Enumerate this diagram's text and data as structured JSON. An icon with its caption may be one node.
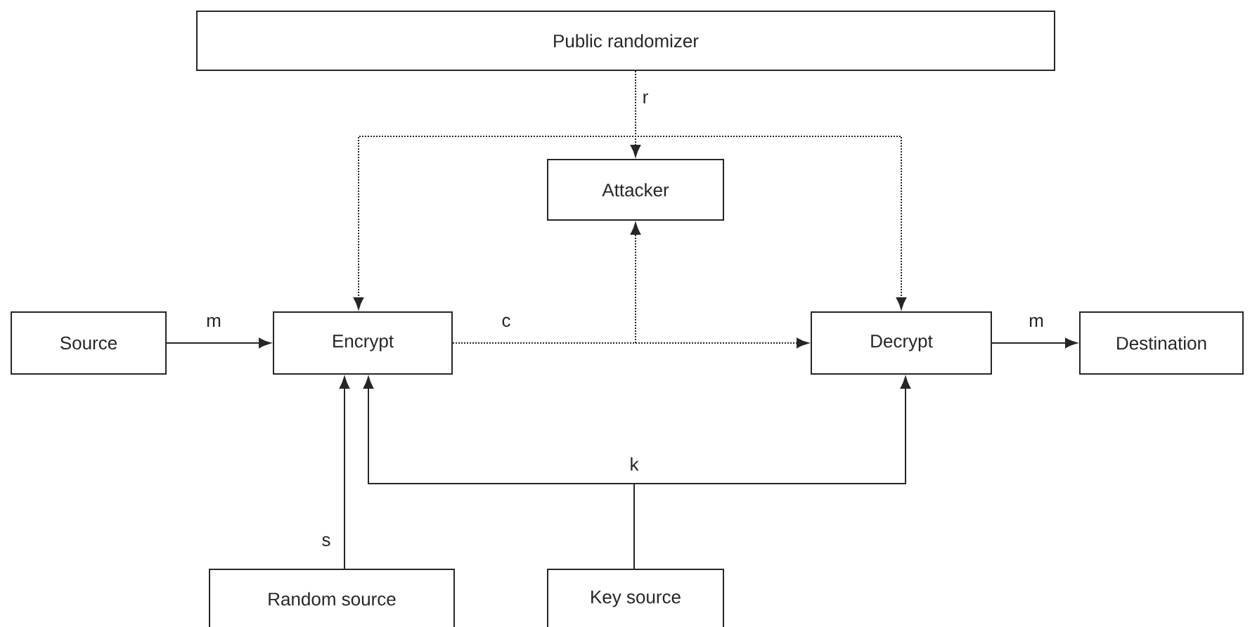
{
  "diagram": {
    "nodes": [
      {
        "text": [
          "Public randomizer"
        ]
      },
      {
        "text": [
          "Attacker"
        ]
      },
      {
        "text": [
          "Source"
        ]
      },
      {
        "text": [
          "Encrypt"
        ]
      },
      {
        "text": [
          "Decrypt"
        ]
      },
      {
        "text": [
          "Destination"
        ]
      },
      {
        "text": [
          "Random source"
        ]
      },
      {
        "text": [
          "Key source"
        ]
      }
    ],
    "edges": [
      {
        "from": 0,
        "to": 1,
        "arrow": "to",
        "style": "dashed",
        "label": "r"
      },
      {
        "from": 0,
        "to": 3,
        "arrow": "to",
        "style": "dashed"
      },
      {
        "from": 0,
        "to": 4,
        "arrow": "to",
        "style": "dashed"
      },
      {
        "from": 2,
        "to": 3,
        "arrow": "to",
        "label": "m"
      },
      {
        "from": 3,
        "to": 4,
        "arrow": "to",
        "style": "dashed",
        "label": "c"
      },
      {
        "from": 3,
        "to": 1,
        "arrow": "to",
        "style": "dashed"
      },
      {
        "from": 4,
        "to": 5,
        "arrow": "to",
        "label": "m"
      },
      {
        "from": 6,
        "to": 3,
        "arrow": "to",
        "label": "s"
      },
      {
        "from": 7,
        "to": 3,
        "arrow": "to",
        "label": "k"
      },
      {
        "from": 7,
        "to": 4,
        "arrow": "to"
      }
    ]
  }
}
